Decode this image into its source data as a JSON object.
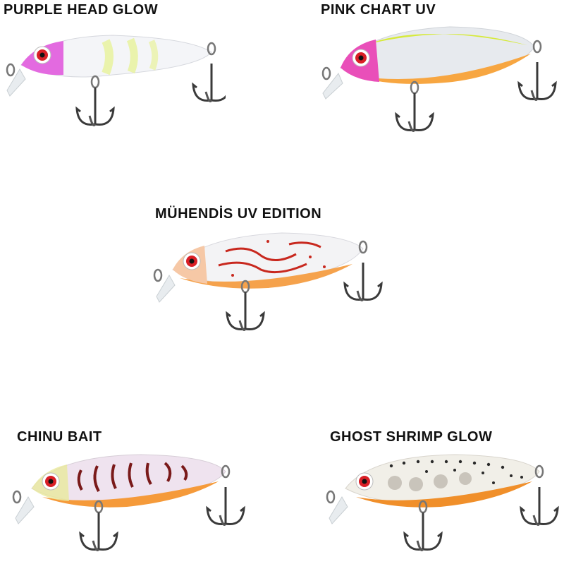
{
  "lures": [
    {
      "label": "PURPLE HEAD GLOW"
    },
    {
      "label": "PINK CHART UV"
    },
    {
      "label": "MÜHENDİS UV EDITION"
    },
    {
      "label": "CHINU BAIT"
    },
    {
      "label": "GHOST SHRIMP GLOW"
    }
  ]
}
